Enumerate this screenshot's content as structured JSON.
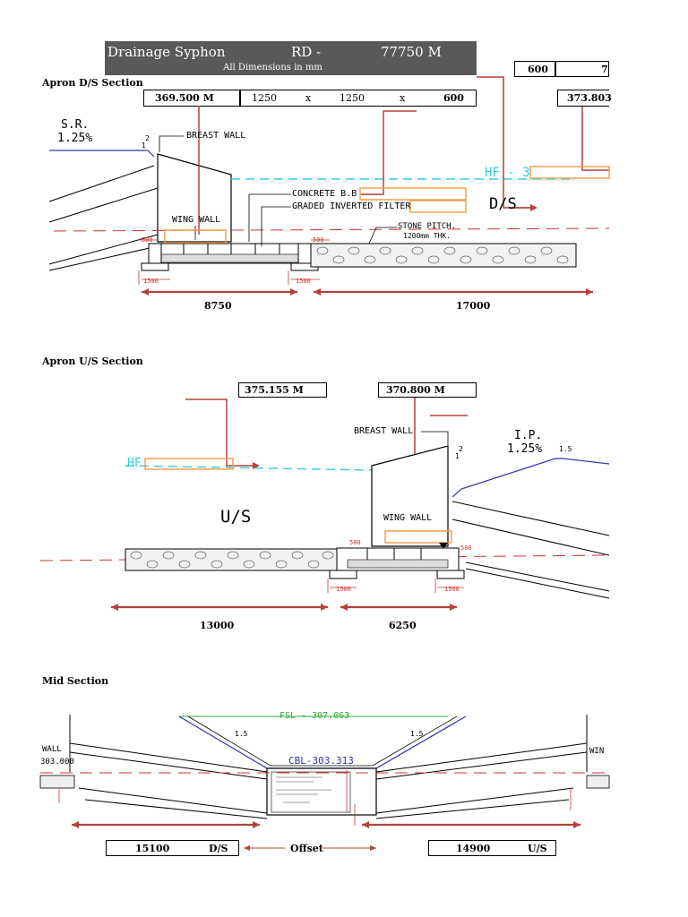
{
  "header": {
    "title": "Drainage Syphon",
    "rd_label": "RD  -",
    "rd_value": "77750 M",
    "subtitle": "All Dimensions in mm"
  },
  "top_right_box": {
    "v1": "600",
    "v2": "7"
  },
  "apron_ds": {
    "label": "Apron D/S Section",
    "level_box": {
      "level": "369.500 M",
      "w": "1250",
      "x1": "x",
      "h": "1250",
      "x2": "x",
      "t": "600"
    },
    "right_level": "373.803",
    "drawing": {
      "sr": "S.R.",
      "sr_slope": "1.25%",
      "breast_wall": "BREAST WALL",
      "concrete": "CONCRETE B.B",
      "filter": "GRADED INVERTED FILTER",
      "wing_wall": "WING WALL",
      "stone": "STONE PITCH.",
      "stone_thk": "1200mm THK.",
      "hf": "HF - 3",
      "ds": "D/S",
      "slope_v": "2",
      "slope_h": "1"
    },
    "dims": {
      "left": "8750",
      "right": "17000"
    }
  },
  "apron_us": {
    "label": "Apron U/S Section",
    "level1": "375.155  M",
    "level2": "370.800 M",
    "drawing": {
      "breast_wall": "BREAST WALL",
      "ip": "I.P.",
      "ip_slope": "1.25%",
      "hf": "HF",
      "us": "U/S",
      "wing_wall": "WING WALL",
      "slope_v": "2",
      "slope_h": "1",
      "slope2": "1.5"
    },
    "dims": {
      "left": "13000",
      "right": "6250"
    }
  },
  "mid": {
    "label": "Mid Section",
    "drawing": {
      "wall_l": "WALL",
      "wall_level": "303.000",
      "fsl": "FSL - 307.063",
      "cbl": "CBL-303.313",
      "slope": "1.5",
      "win": "WIN"
    },
    "ds_value": "15100",
    "ds_label": "D/S",
    "offset": "Offset",
    "us_value": "14900",
    "us_label": "U/S"
  },
  "colors": {
    "header_bg": "#595959",
    "leader_red": "#b5403a",
    "highlight_orange": "#f0a050",
    "hf_cyan": "#33ccdd",
    "ground_blue": "#3333aa",
    "fsl_green": "#33aa33"
  }
}
